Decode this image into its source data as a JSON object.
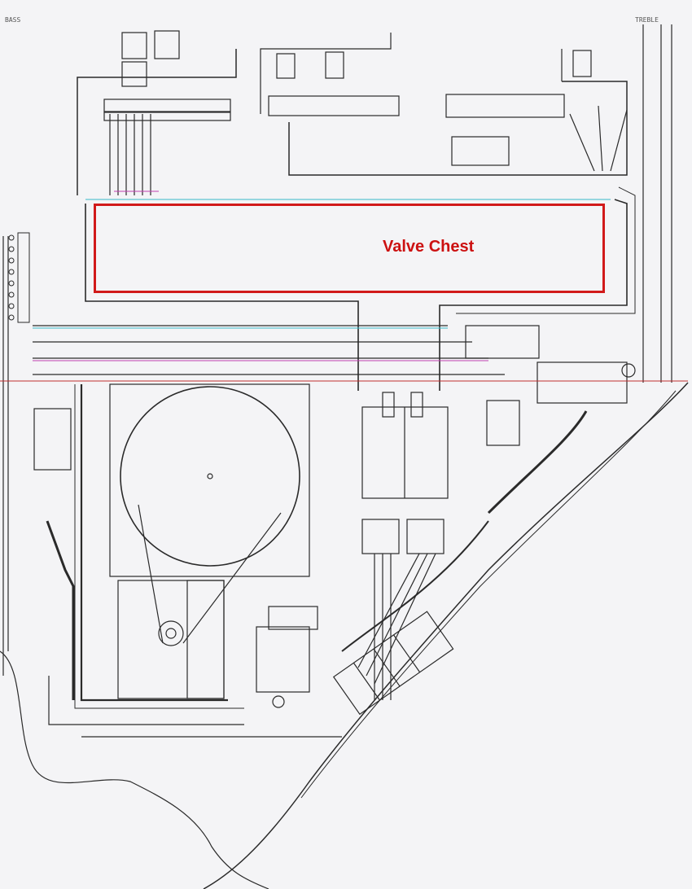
{
  "callout": {
    "label": "Valve Chest",
    "color": "#cc1111"
  },
  "corners": {
    "top_left": "BASS",
    "top_right": "TREBLE"
  },
  "colors": {
    "paper": "#f4f4f6",
    "line": "#2a2a2a",
    "cyan_tint": "#38b8c8",
    "magenta_tint": "#c040b0",
    "red_line": "#c03030"
  }
}
